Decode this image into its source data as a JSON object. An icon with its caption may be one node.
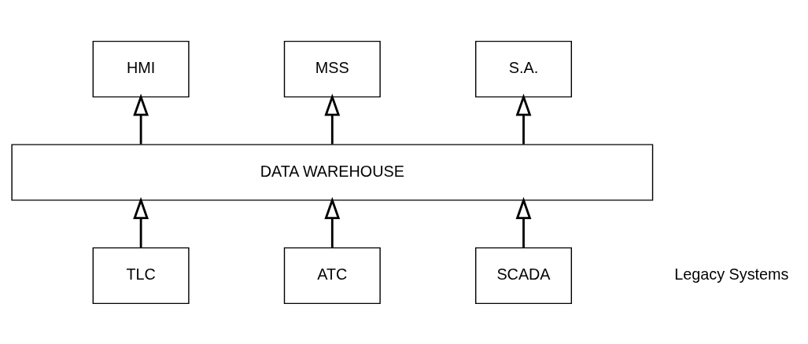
{
  "diagram": {
    "nodes": [
      {
        "text": [
          "HMI"
        ]
      },
      {
        "text": [
          "MSS"
        ]
      },
      {
        "text": [
          "S.A."
        ]
      },
      {
        "text": [
          "DATA WAREHOUSE"
        ]
      },
      {
        "text": [
          "TLC"
        ]
      },
      {
        "text": [
          "ATC"
        ]
      },
      {
        "text": [
          "SCADA"
        ]
      }
    ],
    "edges": [
      {
        "from": 3,
        "to": 0,
        "arrow": "to"
      },
      {
        "from": 3,
        "to": 1,
        "arrow": "to"
      },
      {
        "from": 3,
        "to": 2,
        "arrow": "to"
      },
      {
        "from": 4,
        "to": 3,
        "arrow": "to"
      },
      {
        "from": 5,
        "to": 3,
        "arrow": "to"
      },
      {
        "from": 6,
        "to": 3,
        "arrow": "to"
      }
    ],
    "labels": [
      "Legacy Systems"
    ]
  }
}
